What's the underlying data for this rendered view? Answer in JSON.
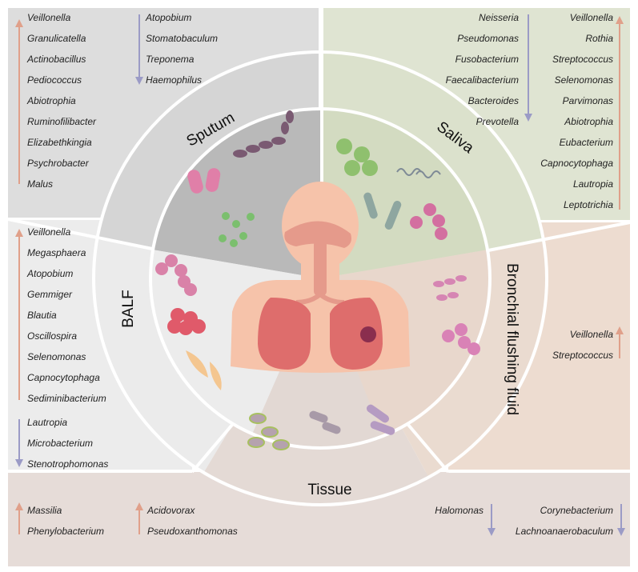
{
  "sections": {
    "sputum": {
      "label": "Sputum",
      "up": [
        "Veillonella",
        "Granulicatella",
        "Actinobacillus",
        "Pediococcus",
        "Abiotrophia",
        "Ruminofilibacter",
        "Elizabethkingia",
        "Psychrobacter",
        "Malus"
      ],
      "down": [
        "Atopobium",
        "Stomatobaculum",
        "Treponema",
        "Haemophilus"
      ]
    },
    "saliva": {
      "label": "Saliva",
      "down": [
        "Neisseria",
        "Pseudomonas",
        "Fusobacterium",
        "Faecalibacterium",
        "Bacteroides",
        "Prevotella"
      ],
      "up": [
        "Veillonella",
        "Rothia",
        "Streptococcus",
        "Selenomonas",
        "Parvimonas",
        "Abiotrophia",
        "Eubacterium",
        "Capnocytophaga",
        "Lautropia",
        "Leptotrichia"
      ]
    },
    "balf": {
      "label": "BALF",
      "up": [
        "Veillonella",
        "Megasphaera",
        "Atopobium",
        "Gemmiger",
        "Blautia",
        "Oscillospira",
        "Selenomonas",
        "Capnocytophaga",
        "Sediminibacterium"
      ],
      "down": [
        "Lautropia",
        "Microbacterium",
        "Stenotrophomonas"
      ]
    },
    "bronchial": {
      "label": "Bronchial flushing fluid",
      "up": [
        "Veillonella",
        "Streptococcus"
      ]
    },
    "tissue": {
      "label": "Tissue",
      "up_left": [
        "Massilia",
        "Phenylobacterium"
      ],
      "up_mid": [
        "Acidovorax",
        "Pseudoxanthomonas"
      ],
      "down_mid": [
        "Halomonas"
      ],
      "down_right": [
        "Corynebacterium",
        "Lachnoanaerobaculum"
      ]
    }
  },
  "colors": {
    "up_arrow": "#e0a08a",
    "down_arrow": "#9b9bc6",
    "sputum_bg": "#dddddd",
    "sputum_inner": "#b9b9b9",
    "saliva_bg": "#dfe4d2",
    "saliva_inner": "#d3dbc1",
    "balf_bg": "#ececec",
    "bronchial_bg": "#eddcd0",
    "tissue_bg": "#e6dcd8",
    "body_skin": "#f6c3aa",
    "lung": "#de6d6c"
  },
  "icons": [
    "bacteria-rods-icon",
    "cocci-cluster-icon",
    "spirochete-icon",
    "chain-bacteria-icon",
    "lung-tumor-icon"
  ]
}
